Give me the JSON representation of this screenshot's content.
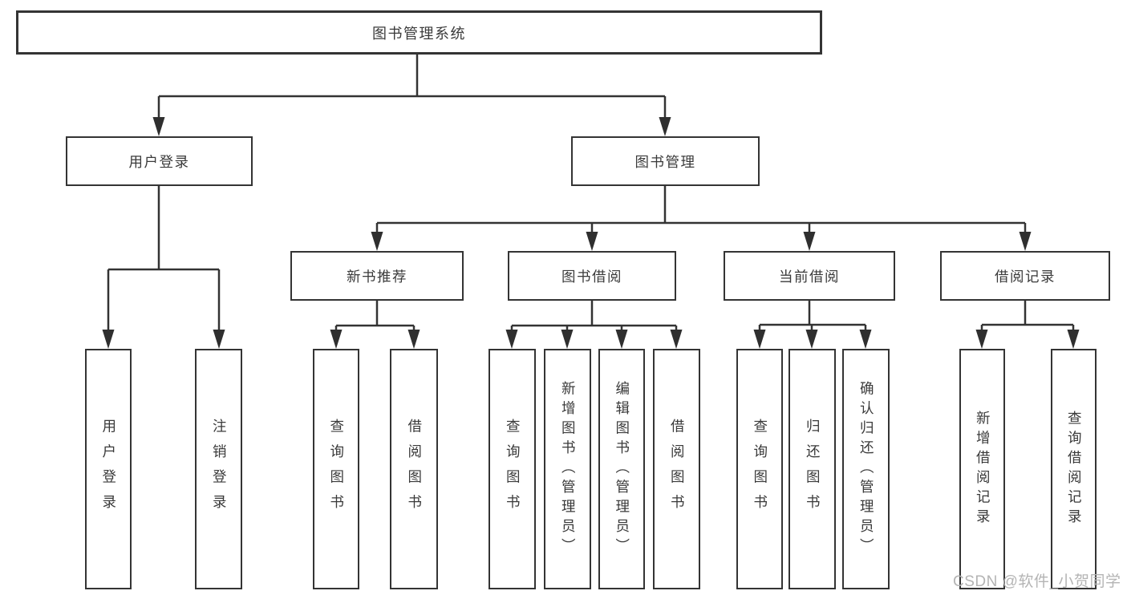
{
  "tree": {
    "root": "图书管理系统",
    "branches": [
      {
        "label": "用户登录",
        "children": [
          "用户登录",
          "注销登录"
        ]
      },
      {
        "label": "图书管理",
        "groups": [
          {
            "label": "新书推荐",
            "children": [
              "查询图书",
              "借阅图书"
            ]
          },
          {
            "label": "图书借阅",
            "children": [
              "查询图书",
              "新增图书（管理员）",
              "编辑图书（管理员）",
              "借阅图书"
            ]
          },
          {
            "label": "当前借阅",
            "children": [
              "查询图书",
              "归还图书",
              "确认归还（管理员）"
            ]
          },
          {
            "label": "借阅记录",
            "children": [
              "新增借阅记录",
              "查询借阅记录"
            ]
          }
        ]
      }
    ]
  },
  "watermark": "CSDN @软件_小贺同学",
  "colors": {
    "line": "#333333",
    "text": "#3a3a3a",
    "watermark": "#b4b4b4",
    "background": "#ffffff"
  }
}
